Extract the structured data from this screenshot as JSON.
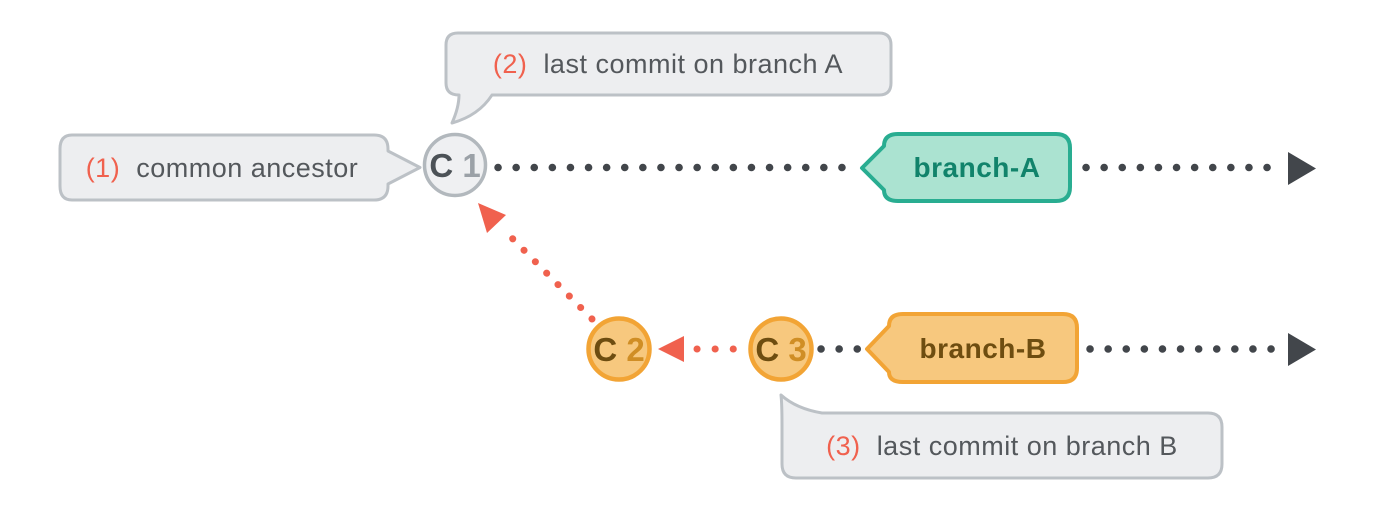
{
  "colors": {
    "background": "#ffffff",
    "accent_red": "#f0614e",
    "line_gray": "#42464b",
    "callout_bg": "#edeef0",
    "callout_border": "#bcc1c6",
    "callout_text": "#54585c",
    "node_gray_fill": "#eff0f2",
    "node_gray_border": "#b2b8bd",
    "node_gray_letter": "#4c5257",
    "node_gray_digit": "#9ba1a7",
    "orange_fill": "#f7c87e",
    "orange_border": "#f2a435",
    "orange_letter": "#6e4d10",
    "orange_digit": "#d08e25",
    "teal_fill": "#abe3d1",
    "teal_border": "#29ad91",
    "teal_text": "#11836b"
  },
  "callouts": {
    "common_ancestor": {
      "number": "(1)",
      "text": "common ancestor"
    },
    "last_commit_a": {
      "number": "(2)",
      "text": "last commit on branch A"
    },
    "last_commit_b": {
      "number": "(3)",
      "text": "last commit on branch B"
    }
  },
  "nodes": {
    "c1": {
      "letter": "C",
      "digit": "1"
    },
    "c2": {
      "letter": "C",
      "digit": "2"
    },
    "c3": {
      "letter": "C",
      "digit": "3"
    }
  },
  "branches": {
    "a": {
      "label": "branch-A"
    },
    "b": {
      "label": "branch-B"
    }
  }
}
